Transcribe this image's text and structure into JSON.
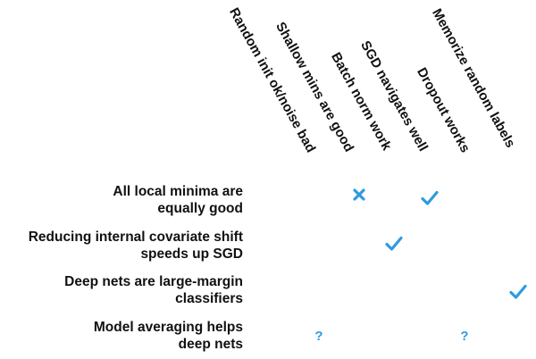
{
  "columns": [
    {
      "label": "Random init ok/noise bad"
    },
    {
      "label": "Shallow mins are good"
    },
    {
      "label": "Batch norm work"
    },
    {
      "label": "SGD  navigates well"
    },
    {
      "label": "Dropout works"
    },
    {
      "label": "Memorize random labels"
    }
  ],
  "rows": [
    {
      "line1": "All local minima are",
      "line2": "equally good",
      "marks": [
        {
          "col": 2,
          "kind": "cross"
        },
        {
          "col": 4,
          "kind": "check"
        }
      ]
    },
    {
      "line1": "Reducing internal covariate shift",
      "line2": "speeds up SGD",
      "marks": [
        {
          "col": 3,
          "kind": "check"
        }
      ]
    },
    {
      "line1": "Deep nets are large-margin",
      "line2": "classifiers",
      "marks": [
        {
          "col": 6,
          "kind": "check"
        }
      ]
    },
    {
      "line1": "Model averaging helps",
      "line2": "deep nets",
      "marks": [
        {
          "col": 1,
          "kind": "question",
          "symbol": "?"
        },
        {
          "col": 5,
          "kind": "question",
          "symbol": "?"
        }
      ]
    }
  ],
  "colors": {
    "mark": "#2e9be0",
    "text": "#111111"
  }
}
